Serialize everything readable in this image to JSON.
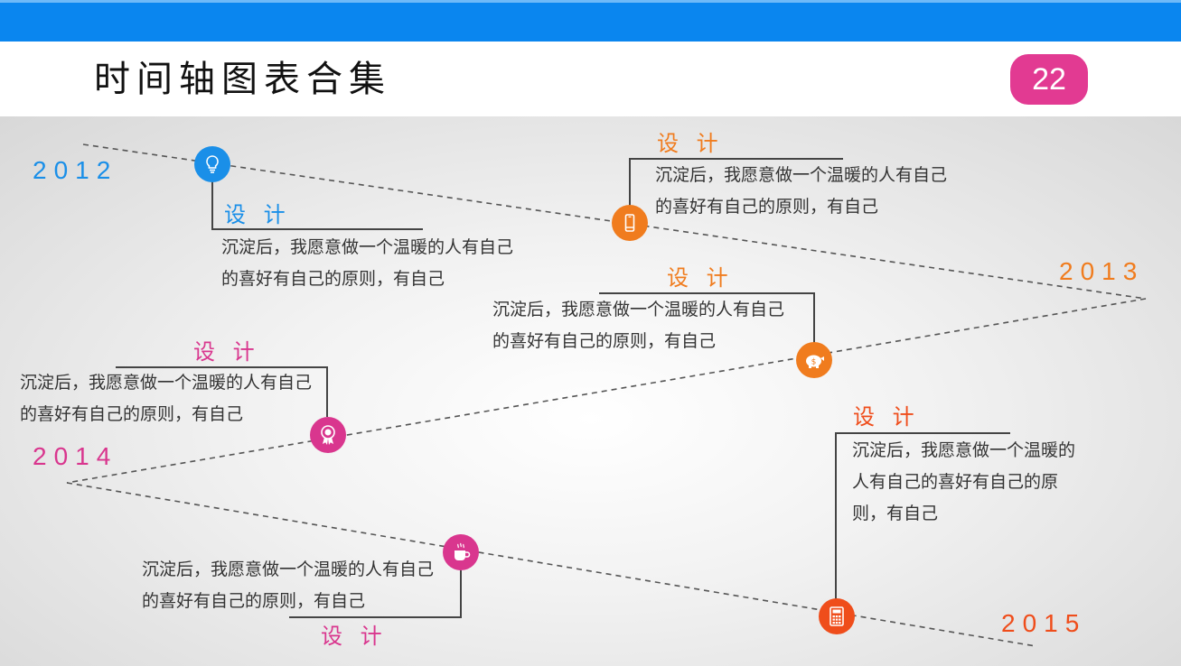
{
  "header": {
    "title": "时间轴图表合集",
    "page_number": "22"
  },
  "colors": {
    "header_bar": "#0a86ef",
    "badge": "#e23a92",
    "blue": "#1a8fe8",
    "orange": "#f07c1e",
    "pink": "#d9368e",
    "red_orange": "#ef4d1b"
  },
  "timeline": {
    "years": [
      "2012",
      "2013",
      "2014",
      "2015"
    ],
    "items": [
      {
        "label": "设 计",
        "desc": "沉淀后，我愿意做一个温暖的人有自己的喜好有自己的原则，有自己",
        "icon": "lightbulb-icon"
      },
      {
        "label": "设 计",
        "desc": "沉淀后，我愿意做一个温暖的人有自己的喜好有自己的原则，有自己",
        "icon": "smartphone-icon"
      },
      {
        "label": "设 计",
        "desc": "沉淀后，我愿意做一个温暖的人有自己的喜好有自己的原则，有自己",
        "icon": "piggy-bank-icon"
      },
      {
        "label": "设 计",
        "desc": "沉淀后，我愿意做一个温暖的人有自己的喜好有自己的原则，有自己",
        "icon": "award-ribbon-icon"
      },
      {
        "label": "设 计",
        "desc": "沉淀后，我愿意做一个温暖的人有自己的喜好有自己的原则，有自己",
        "icon": "coffee-cup-icon"
      },
      {
        "label": "设 计",
        "desc": "沉淀后，我愿意做一个温暖的人有自己的喜好有自己的原则，有自己",
        "icon": "calculator-icon"
      }
    ]
  }
}
